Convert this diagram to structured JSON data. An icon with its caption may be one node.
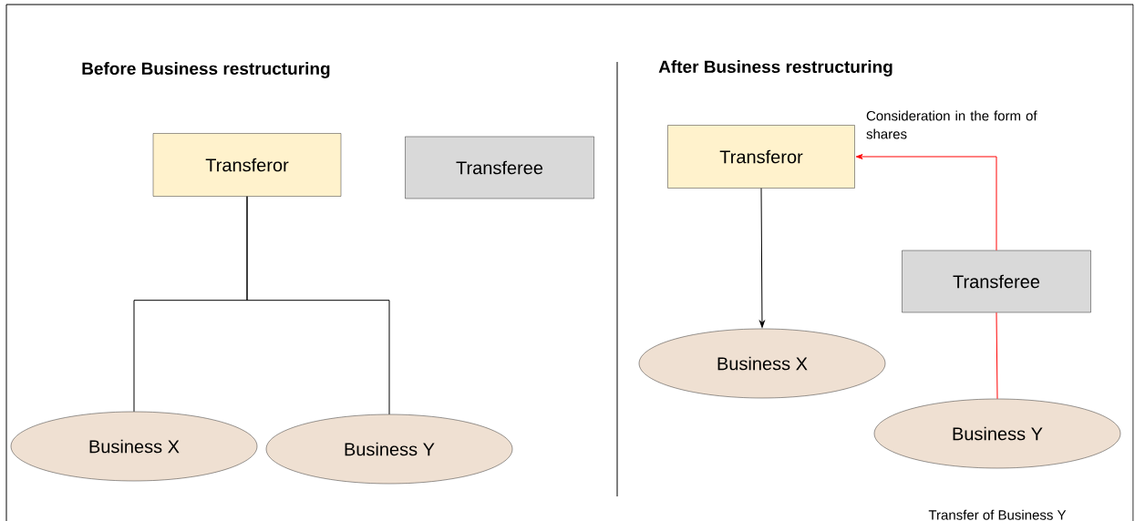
{
  "diagram": {
    "nodes": [
      {
        "text": [
          "Transferor"
        ]
      },
      {
        "text": [
          "Transferee"
        ]
      },
      {
        "text": [
          "Business X"
        ]
      },
      {
        "text": [
          "Business Y"
        ]
      },
      {
        "text": [
          "Transferor"
        ]
      },
      {
        "text": [
          "Transferee"
        ]
      },
      {
        "text": [
          "Business X"
        ]
      },
      {
        "text": [
          "Business Y"
        ],
        "beside": [
          "Transfer of Business Y"
        ]
      }
    ],
    "edges": [
      {
        "from": 0,
        "to": 2,
        "arrow": "none"
      },
      {
        "from": 0,
        "to": 3,
        "arrow": "none"
      },
      {
        "from": 4,
        "to": 6,
        "arrow": "to"
      },
      {
        "from": 5,
        "to": 4,
        "arrow": "to",
        "color": "#ff0000",
        "label": "Consideration in the form of shares"
      },
      {
        "from": 7,
        "to": 5,
        "arrow": "none",
        "color": "#ff0000"
      }
    ],
    "labels": [
      "Before Business restructuring",
      "After Business restructuring"
    ]
  }
}
